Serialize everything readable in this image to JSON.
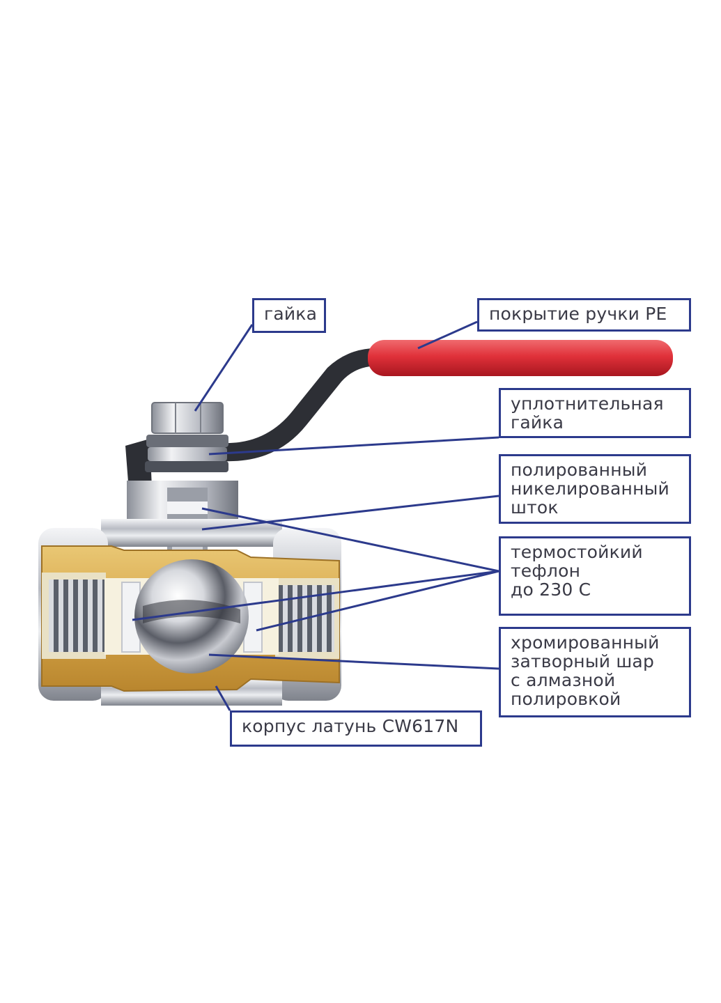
{
  "labels": {
    "nut": [
      "гайка"
    ],
    "handle_coating": [
      "покрытие ручки PE"
    ],
    "seal_nut": [
      "уплотнительная",
      "гайка"
    ],
    "stem": [
      "полированный",
      "никелированный",
      "шток"
    ],
    "teflon": [
      "термостойкий",
      "тефлон",
      "до 230 С"
    ],
    "ball": [
      "хромированный",
      "затворный шар",
      "с алмазной",
      "полировкой"
    ],
    "body": [
      "корпус латунь CW617N"
    ]
  },
  "colors": {
    "label_border": "#2c3a8c",
    "leader_line": "#2c3a8c",
    "label_text": "#3a3a46",
    "handle": "#e0313a",
    "brass": "#d8a94e",
    "chrome": "#c9ccd3"
  }
}
